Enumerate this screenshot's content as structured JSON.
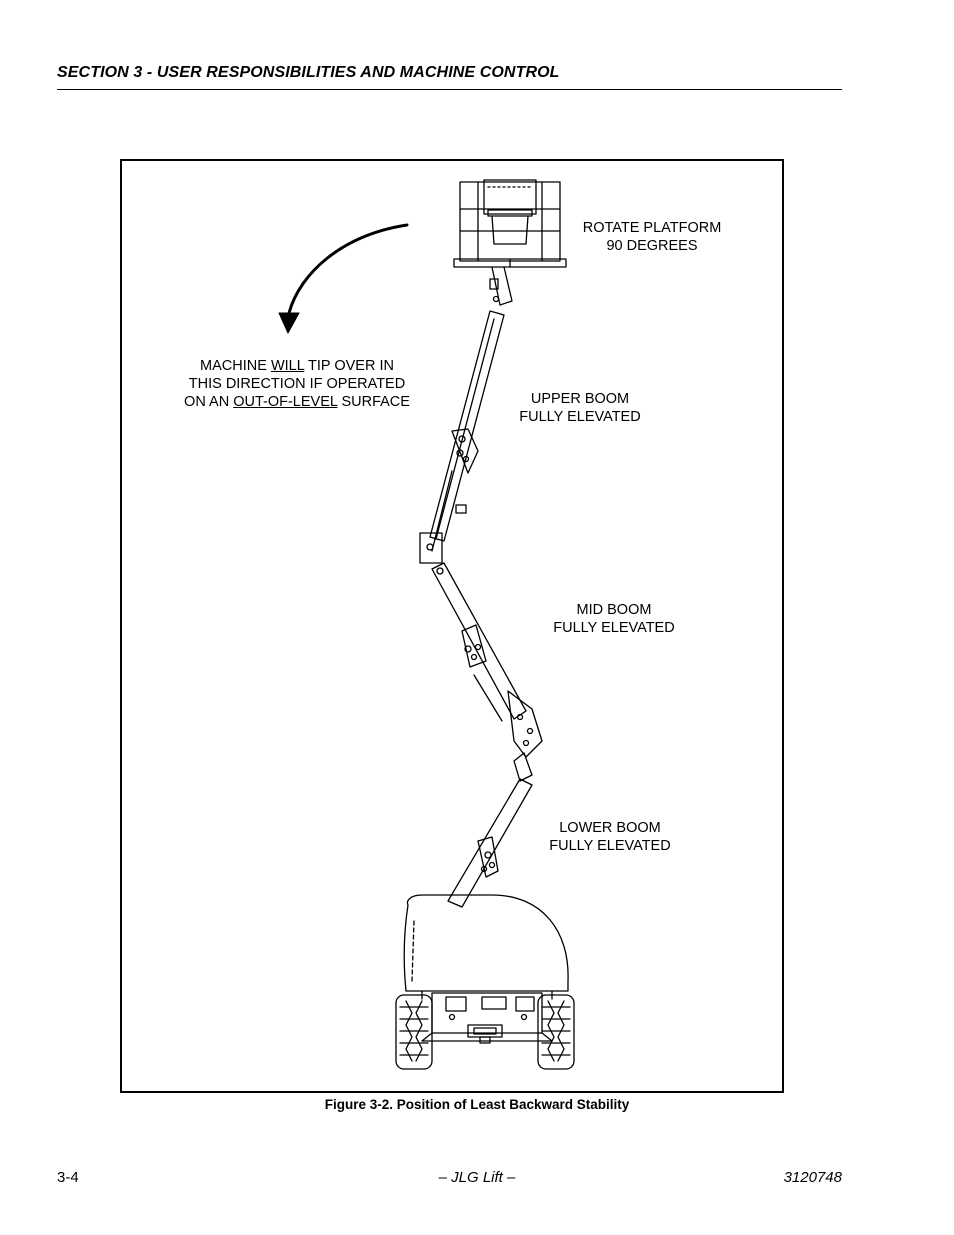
{
  "header": {
    "section_title": "SECTION 3 - USER RESPONSIBILITIES AND MACHINE CONTROL"
  },
  "figure": {
    "labels": {
      "rotate_platform": [
        "ROTATE PLATFORM",
        "90 DEGREES"
      ],
      "tip_warning": {
        "line1_pre": "MACHINE ",
        "line1_underlined": "WILL",
        "line1_post": " TIP OVER IN",
        "line2": "THIS DIRECTION IF OPERATED",
        "line3_pre": "ON AN ",
        "line3_underlined": "OUT-OF-LEVEL",
        "line3_post": " SURFACE"
      },
      "upper_boom": [
        "UPPER BOOM",
        "FULLY ELEVATED"
      ],
      "mid_boom": [
        "MID BOOM",
        "FULLY ELEVATED"
      ],
      "lower_boom": [
        "LOWER BOOM",
        "FULLY ELEVATED"
      ]
    },
    "caption": "Figure 3-2.  Position of Least Backward Stability"
  },
  "footer": {
    "page_number": "3-4",
    "center_text": "– JLG Lift –",
    "doc_number": "3120748"
  }
}
